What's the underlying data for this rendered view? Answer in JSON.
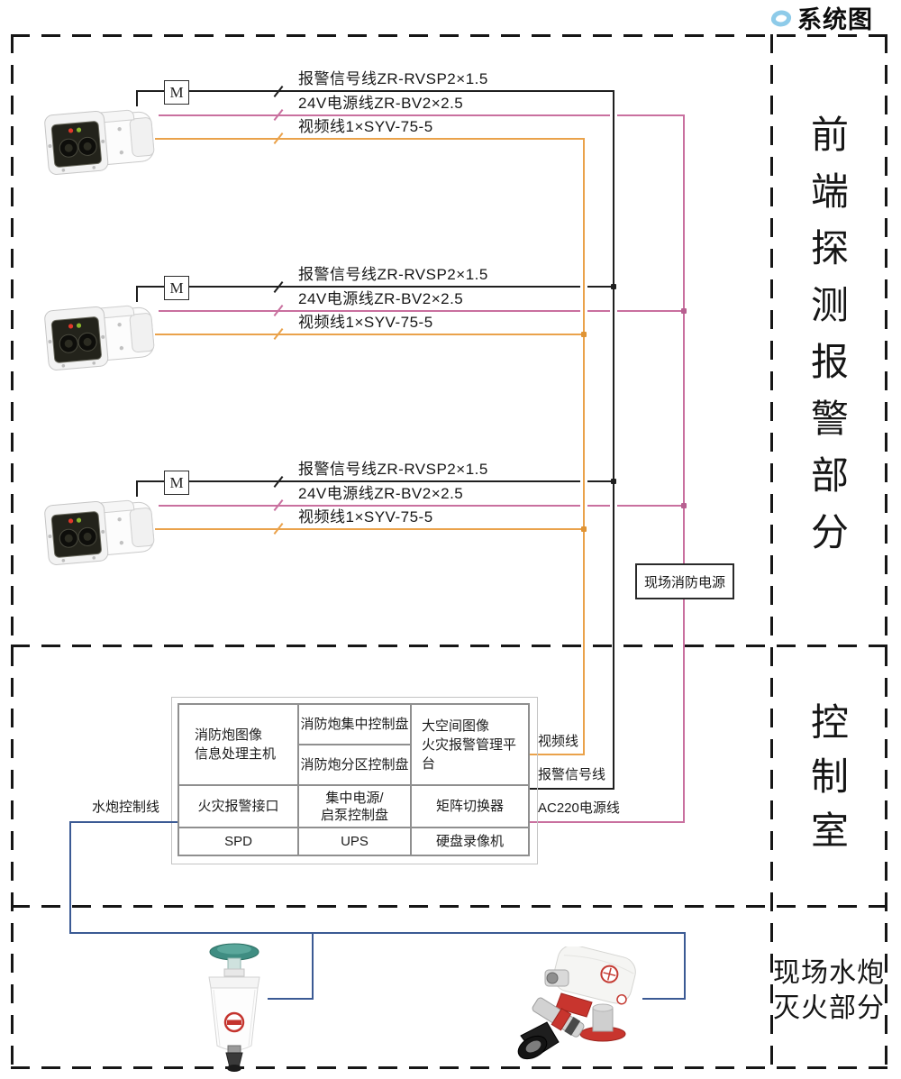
{
  "title": "系统图",
  "sections": {
    "front_end": "前端探测报警部分",
    "control_room": "控制室",
    "field_line1": "现场水炮",
    "field_line2": "灭火部分"
  },
  "camera_groups": [
    {
      "m_label": "M",
      "alarm_label": "报警信号线ZR-RVSP2×1.5",
      "power_label": "24V电源线ZR-BV2×2.5",
      "video_label": "视频线1×SYV-75-5"
    },
    {
      "m_label": "M",
      "alarm_label": "报警信号线ZR-RVSP2×1.5",
      "power_label": "24V电源线ZR-BV2×2.5",
      "video_label": "视频线1×SYV-75-5"
    },
    {
      "m_label": "M",
      "alarm_label": "报警信号线ZR-RVSP2×1.5",
      "power_label": "24V电源线ZR-BV2×2.5",
      "video_label": "视频线1×SYV-75-5"
    }
  ],
  "field_fire_power": "现场消防电源",
  "control_table": {
    "image_host_l1": "消防炮图像",
    "image_host_l2": "信息处理主机",
    "central_panel": "消防炮集中控制盘",
    "zone_panel": "消防炮分区控制盘",
    "platform_l1": "大空间图像",
    "platform_l2": "火灾报警管理平台",
    "alarm_interface": "火灾报警接口",
    "power_panel_l1": "集中电源/",
    "power_panel_l2": "启泵控制盘",
    "matrix_switcher": "矩阵切换器",
    "spd": "SPD",
    "ups": "UPS",
    "dvr": "硬盘录像机"
  },
  "bus_labels": {
    "video": "视频线",
    "alarm": "报警信号线",
    "ac220": "AC220电源线"
  },
  "cannon_control_label": "水炮控制线",
  "colors": {
    "alarm_line": "#1f1f1f",
    "power_line": "#c9709f",
    "video_line": "#eaa24b",
    "control_line": "#3b5a94",
    "title_icon": "#8ecbe9"
  }
}
